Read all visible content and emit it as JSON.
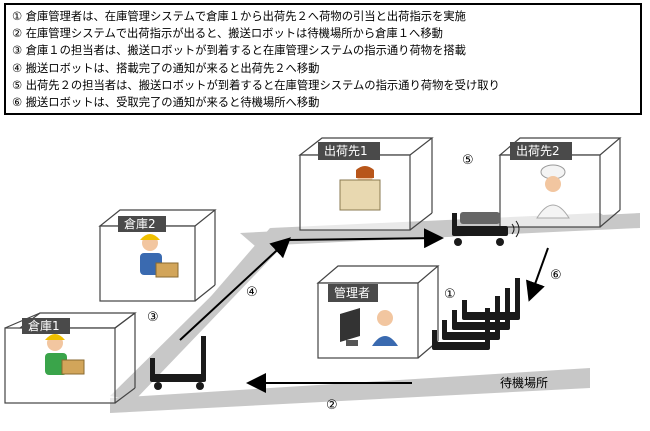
{
  "steps": [
    "① 倉庫管理者は、在庫管理システムで倉庫１から出荷先２へ荷物の引当と出荷指示を実施",
    "② 在庫管理システムで出荷指示が出ると、搬送ロボットは待機場所から倉庫１へ移動",
    "③ 倉庫１の担当者は、搬送ロボットが到着すると在庫管理システムの指示通り荷物を搭載",
    "④ 搬送ロボットは、搭載完了の通知が来ると出荷先２へ移動",
    "⑤ 出荷先２の担当者は、搬送ロボットが到着すると在庫管理システムの指示通り荷物を受け取り",
    "⑥ 搬送ロボットは、受取完了の通知が来ると待機場所へ移動"
  ],
  "boxes": {
    "warehouse1": "倉庫1",
    "warehouse2": "倉庫2",
    "destination1": "出荷先1",
    "destination2": "出荷先2",
    "manager": "管理者"
  },
  "waiting_area": "待機場所",
  "markers": {
    "m1": "①",
    "m2": "②",
    "m3": "③",
    "m4": "④",
    "m5": "⑤",
    "m6": "⑥"
  },
  "colors": {
    "floor": "#c8c8c8",
    "label_bg": "#4a4a4a",
    "robot": "#1a1a1a"
  }
}
